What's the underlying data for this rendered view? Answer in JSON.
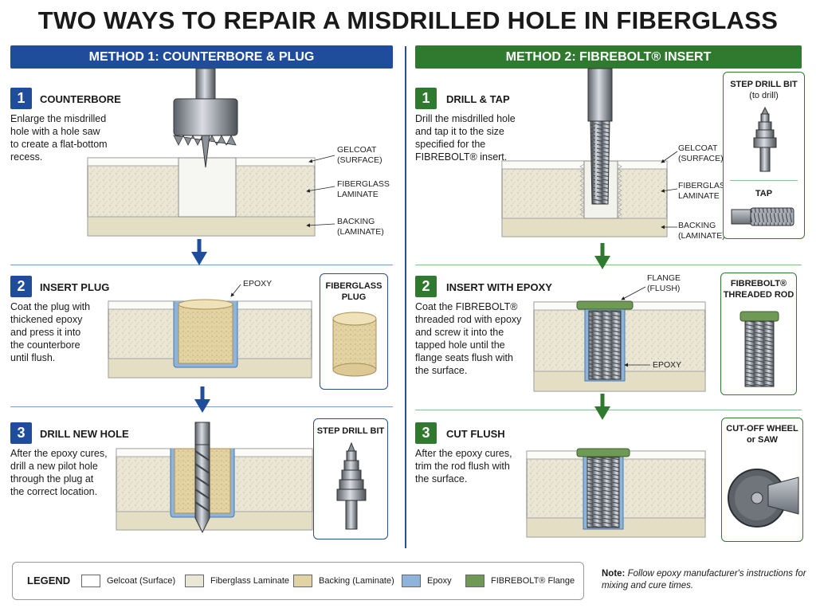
{
  "title": "TWO WAYS TO REPAIR A MISDRILLED HOLE IN FIBERGLASS",
  "colors": {
    "blue": "#1f4d9c",
    "green": "#2f7a2f",
    "laminate": "#ebe7d6",
    "backing": "#e2d3a5",
    "epoxy": "#8fb4dc",
    "flange": "#6f9a55",
    "metal": "#9aa0a8"
  },
  "method1": {
    "banner": "METHOD 1: COUNTERBORE & PLUG",
    "steps": [
      {
        "num": "1",
        "title": "COUNTERBORE",
        "desc": [
          "Enlarge the misdrilled",
          "hole with a hole saw",
          "to create a flat-bottom",
          "recess."
        ]
      },
      {
        "num": "2",
        "title": "INSERT PLUG",
        "desc": [
          "Coat the plug with",
          "thickened epoxy",
          "and press it into",
          "the counterbore",
          "until flush."
        ]
      },
      {
        "num": "3",
        "title": "DRILL NEW HOLE",
        "desc": [
          "After the epoxy cures,",
          "drill a new pilot hole",
          "through the plug at",
          "the correct location."
        ]
      }
    ],
    "labels": {
      "gelcoat": [
        "GELCOAT",
        "(SURFACE)"
      ],
      "laminate": [
        "FIBERGLASS",
        "LAMINATE"
      ],
      "backing": [
        "BACKING",
        "(LAMINATE)"
      ],
      "epoxy": "EPOXY"
    },
    "inset_plug": [
      "FIBERGLASS",
      "PLUG"
    ],
    "inset_bit": "STEP DRILL BIT"
  },
  "method2": {
    "banner": "METHOD 2:  FIBREBOLT® INSERT",
    "steps": [
      {
        "num": "1",
        "title": "DRILL & TAP",
        "desc": [
          "Drill the misdrilled hole",
          "and tap it to the size",
          "specified for the",
          "FIBREBOLT® insert."
        ]
      },
      {
        "num": "2",
        "title": "INSERT WITH EPOXY",
        "desc": [
          "Coat the FIBREBOLT®",
          "threaded rod with epoxy",
          "and screw it into the",
          "tapped hole until the",
          "flange seats flush with",
          "the surface."
        ]
      },
      {
        "num": "3",
        "title": "CUT FLUSH",
        "desc": [
          "After the epoxy cures,",
          "trim the rod flush with",
          "the surface."
        ]
      }
    ],
    "labels": {
      "gelcoat": [
        "GELCOAT",
        "(SURFACE)"
      ],
      "laminate": [
        "FIBERGLASS",
        "LAMINATE"
      ],
      "backing": [
        "BACKING",
        "(LAMINATE)"
      ],
      "flange": [
        "FLANGE",
        "(FLUSH)"
      ],
      "epoxy": "EPOXY"
    },
    "inset_tools": {
      "stepbit": "STEP DRILL BIT",
      "stepbit_sub": "(to drill)",
      "tap": "TAP"
    },
    "inset_rod": [
      "FIBREBOLT®",
      "THREADED ROD"
    ],
    "inset_wheel": [
      "CUT-OFF WHEEL",
      "or SAW"
    ]
  },
  "legend": {
    "title": "LEGEND",
    "items": [
      "Gelcoat (Surface)",
      "Fiberglass Laminate",
      "Backing (Laminate)",
      "Epoxy",
      "FIBREBOLT® Flange"
    ]
  },
  "note": {
    "bold": "Note:",
    "text": "Follow epoxy manufacturer's instructions for mixing and cure times."
  }
}
